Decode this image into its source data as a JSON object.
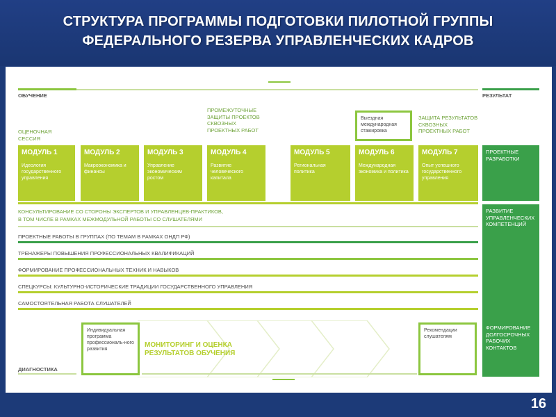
{
  "header": {
    "title_line1": "СТРУКТУРА ПРОГРАММЫ ПОДГОТОВКИ ПИЛОТНОЙ ГРУППЫ",
    "title_line2": "ФЕДЕРАЛЬНОГО РЕЗЕРВА УПРАВЛЕНЧЕСКИХ КАДРОВ"
  },
  "section_labels": {
    "training": "ОБУЧЕНИЕ",
    "result": "РЕЗУЛЬТАТ",
    "diagnostics": "ДИАГНОСТИКА"
  },
  "annotations": {
    "assessment_session": "ОЦЕНОЧНАЯ СЕССИЯ",
    "interim_defense": "ПРОМЕЖУТОЧНЫЕ ЗАЩИТЫ ПРОЕКТОВ СКВОЗНЫХ ПРОЕКТНЫХ РАБОТ",
    "internship": "Выездная международная стажировка",
    "results_defense": "ЗАЩИТА РЕЗУЛЬТАТОВ СКВОЗНЫХ ПРОЕКТНЫХ РАБОТ"
  },
  "modules": [
    {
      "title": "МОДУЛЬ 1",
      "desc": "Идеология государственного управления"
    },
    {
      "title": "МОДУЛЬ 2",
      "desc": "Макроэкономика и финансы"
    },
    {
      "title": "МОДУЛЬ 3",
      "desc": "Управление экономическим ростом"
    },
    {
      "title": "МОДУЛЬ 4",
      "desc": "Развитие человеческого капитала"
    },
    {
      "title": "МОДУЛЬ 5",
      "desc": "Региональная политика"
    },
    {
      "title": "МОДУЛЬ 6",
      "desc": "Международная экономика и политика"
    },
    {
      "title": "МОДУЛЬ 7",
      "desc": "Опыт успешного государственного управления"
    }
  ],
  "results": {
    "project_developments": "ПРОЕКТНЫЕ РАЗРАБОТКИ",
    "competencies": "РАЗВИТИЕ УПРАВЛЕНЧЕСКИХ КОМПЕТЕНЦИЙ",
    "contacts": "ФОРМИРОВАНИЕ ДОЛГОСРОЧНЫХ РАБОЧИХ КОНТАКТОВ"
  },
  "rows": {
    "consulting_line1": "КОНСУЛЬТИРОВАНИЕ СО СТОРОНЫ ЭКСПЕРТОВ И УПРАВЛЕНЦЕВ-ПРАКТИКОВ,",
    "consulting_line2": "В ТОМ ЧИСЛЕ В РАМКАХ МЕЖМОДУЛЬНОЙ РАБОТЫ СО СЛУШАТЕЛЯМИ",
    "projects": "ПРОЕКТНЫЕ РАБОТЫ В ГРУППАХ (ПО ТЕМАМ В РАМКАХ ОНДП РФ)",
    "trainers": "ТРЕНАЖЕРЫ ПОВЫШЕНИЯ ПРОФЕССИОНАЛЬНЫХ КВАЛИФИКАЦИЙ",
    "techniques": "ФОРМИРОВАНИЕ ПРОФЕССИОНАЛЬНЫХ ТЕХНИК И НАВЫКОВ",
    "special": "СПЕЦКУРСЫ: КУЛЬТУРНО-ИСТОРИЧЕСКИЕ ТРАДИЦИИ ГОСУДАРСТВЕННОГО УПРАВЛЕНИЯ",
    "self_work": "САМОСТОЯТЕЛЬНАЯ РАБОТА СЛУШАТЕЛЕЙ"
  },
  "diagnostics_boxes": {
    "individual_program": "Индивидуальная программа профессиональ-ного развития",
    "monitoring_line1": "МОНИТОРИНГ И ОЦЕНКА",
    "monitoring_line2": "РЕЗУЛЬТАТОВ ОБУЧЕНИЯ",
    "recommendations": "Рекомендации слушателям"
  },
  "page_number": "16",
  "colors": {
    "header_bg": "#1c3a78",
    "light_green": "#b5cf2e",
    "accent_green": "#8cc63f",
    "dark_green": "#3aa04a"
  }
}
